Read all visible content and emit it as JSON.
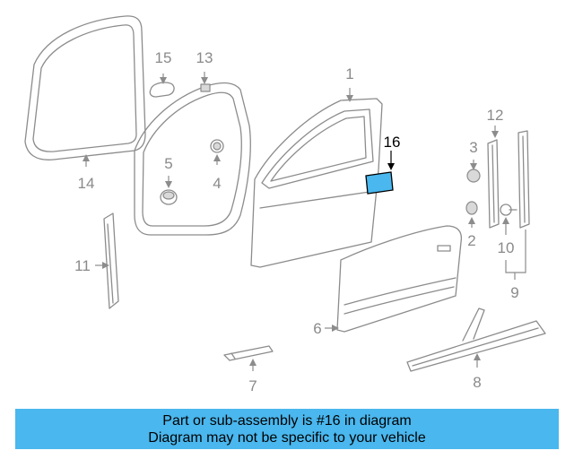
{
  "diagram": {
    "callouts": {
      "c1": "1",
      "c2": "2",
      "c3": "3",
      "c4": "4",
      "c5": "5",
      "c6": "6",
      "c7": "7",
      "c8": "8",
      "c9": "9",
      "c10": "10",
      "c11": "11",
      "c12": "12",
      "c13": "13",
      "c14": "14",
      "c15": "15",
      "c16": "16"
    },
    "highlighted_part": "16",
    "highlight_color": "#4ab7ee",
    "line_color": "#8c8c8c"
  },
  "banner": {
    "line1": "Part or sub-assembly is #16 in diagram",
    "line2": "Diagram may not be specific to your vehicle",
    "background": "#4ab7ee"
  }
}
